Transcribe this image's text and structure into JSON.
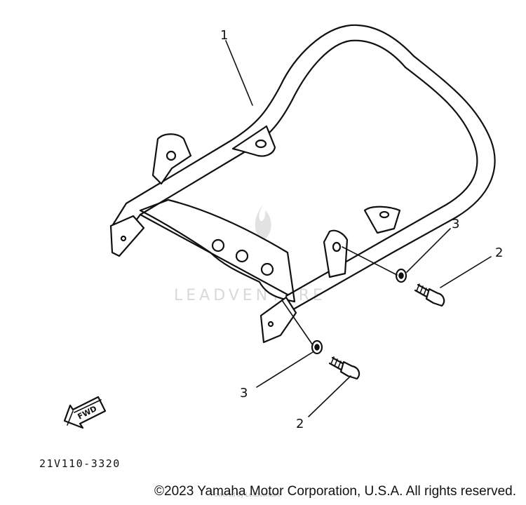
{
  "diagram": {
    "callouts": {
      "frame": "1",
      "bolt_right": "2",
      "bolt_left": "2",
      "washer_right": "3",
      "washer_left": "3"
    },
    "fwd_label": "FWD",
    "watermark": "LEADVENTURE",
    "diagram_code": "21V110-3320",
    "copyright": "©2023 Yamaha Motor Corporation, U.S.A. All rights reserved.",
    "faint_caption": "Powered by Leadventure"
  }
}
